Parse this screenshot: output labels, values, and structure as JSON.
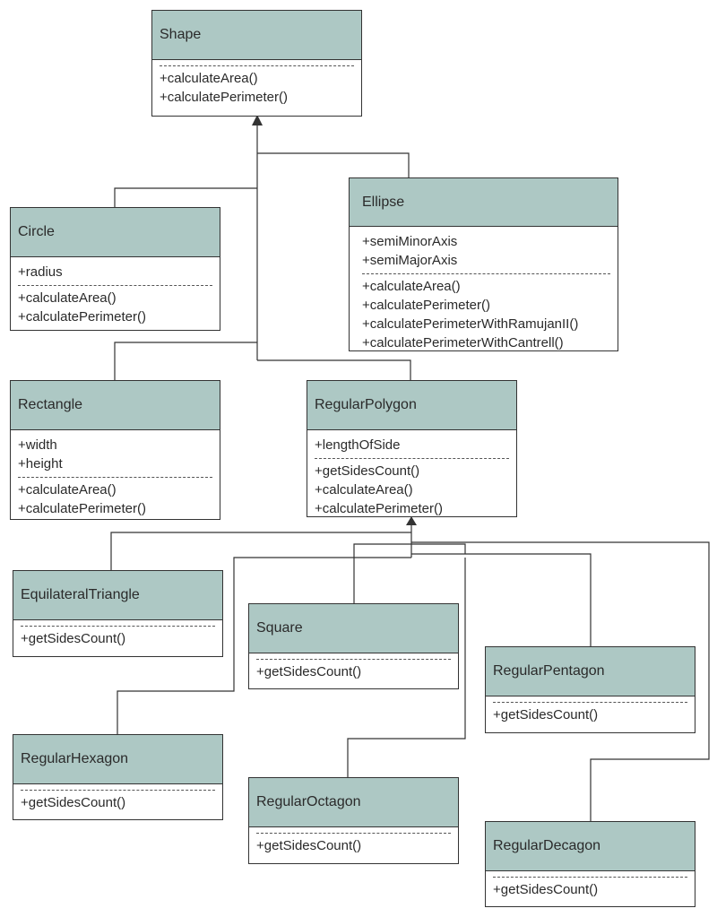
{
  "classes": {
    "shape": {
      "name": "Shape",
      "attributes": [],
      "methods": [
        "+calculateArea()",
        "+calculatePerimeter()"
      ]
    },
    "circle": {
      "name": "Circle",
      "attributes": [
        "+radius"
      ],
      "methods": [
        "+calculateArea()",
        "+calculatePerimeter()"
      ]
    },
    "ellipse": {
      "name": "Ellipse",
      "attributes": [
        "+semiMinorAxis",
        "+semiMajorAxis"
      ],
      "methods": [
        "+calculateArea()",
        "+calculatePerimeter()",
        "+calculatePerimeterWithRamujanII()",
        "+calculatePerimeterWithCantrell()"
      ]
    },
    "rectangle": {
      "name": "Rectangle",
      "attributes": [
        "+width",
        "+height"
      ],
      "methods": [
        "+calculateArea()",
        "+calculatePerimeter()"
      ]
    },
    "regularPolygon": {
      "name": "RegularPolygon",
      "attributes": [
        "+lengthOfSide"
      ],
      "methods": [
        "+getSidesCount()",
        "+calculateArea()",
        "+calculatePerimeter()"
      ]
    },
    "equilateralTriangle": {
      "name": "EquilateralTriangle",
      "attributes": [],
      "methods": [
        "+getSidesCount()"
      ]
    },
    "square": {
      "name": "Square",
      "attributes": [],
      "methods": [
        "+getSidesCount()"
      ]
    },
    "regularPentagon": {
      "name": "RegularPentagon",
      "attributes": [],
      "methods": [
        "+getSidesCount()"
      ]
    },
    "regularHexagon": {
      "name": "RegularHexagon",
      "attributes": [],
      "methods": [
        "+getSidesCount()"
      ]
    },
    "regularOctagon": {
      "name": "RegularOctagon",
      "attributes": [],
      "methods": [
        "+getSidesCount()"
      ]
    },
    "regularDecagon": {
      "name": "RegularDecagon",
      "attributes": [],
      "methods": [
        "+getSidesCount()"
      ]
    }
  },
  "colors": {
    "header": "#adc8c4",
    "border": "#333333",
    "line": "#333333"
  }
}
